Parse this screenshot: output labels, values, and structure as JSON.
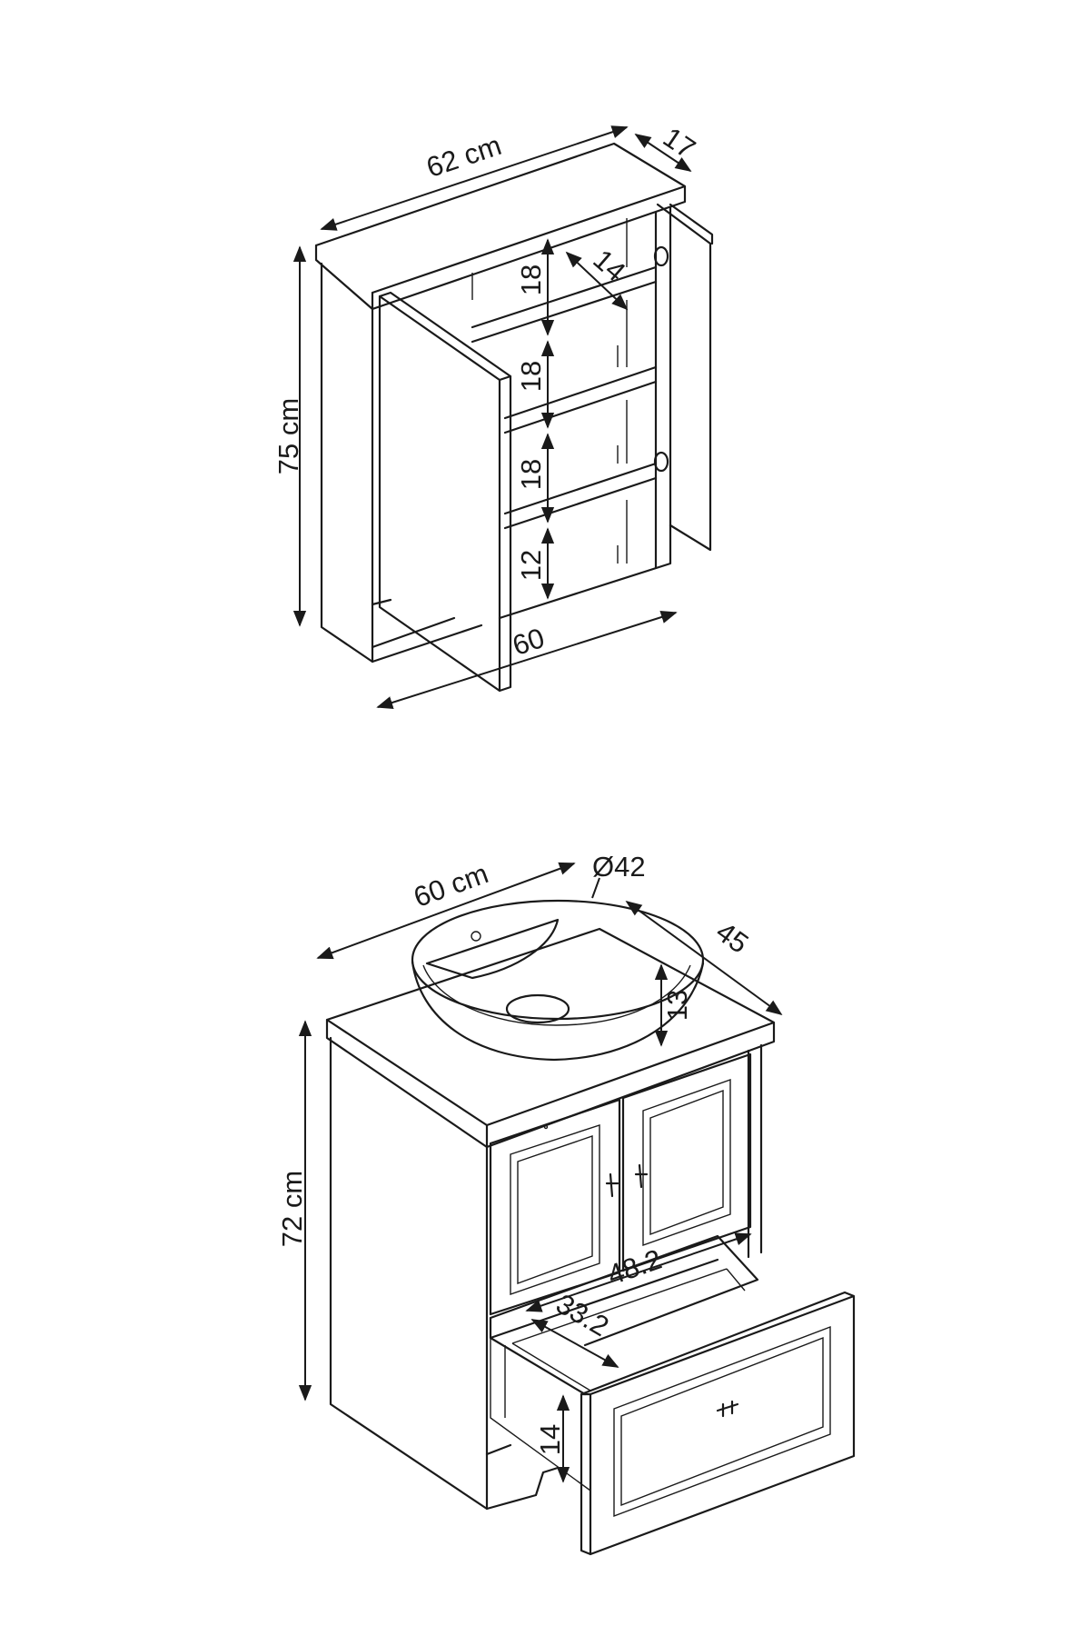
{
  "wall_cabinet": {
    "width_label": "62 cm",
    "depth_label": "17",
    "height_label": "75 cm",
    "shelf_depth_label": "14",
    "inner_width_label": "60",
    "shelf_heights": [
      "18",
      "18",
      "18",
      "12"
    ]
  },
  "vanity": {
    "width_label": "60 cm",
    "depth_label": "45",
    "height_label": "72 cm",
    "basin_diameter_label": "Ø42",
    "basin_height_label": "13",
    "drawer_width_label": "48.2",
    "drawer_depth_label": "33.2",
    "drawer_height_label": "14"
  },
  "colors": {
    "line": "#1a1a1a",
    "background": "#ffffff"
  }
}
